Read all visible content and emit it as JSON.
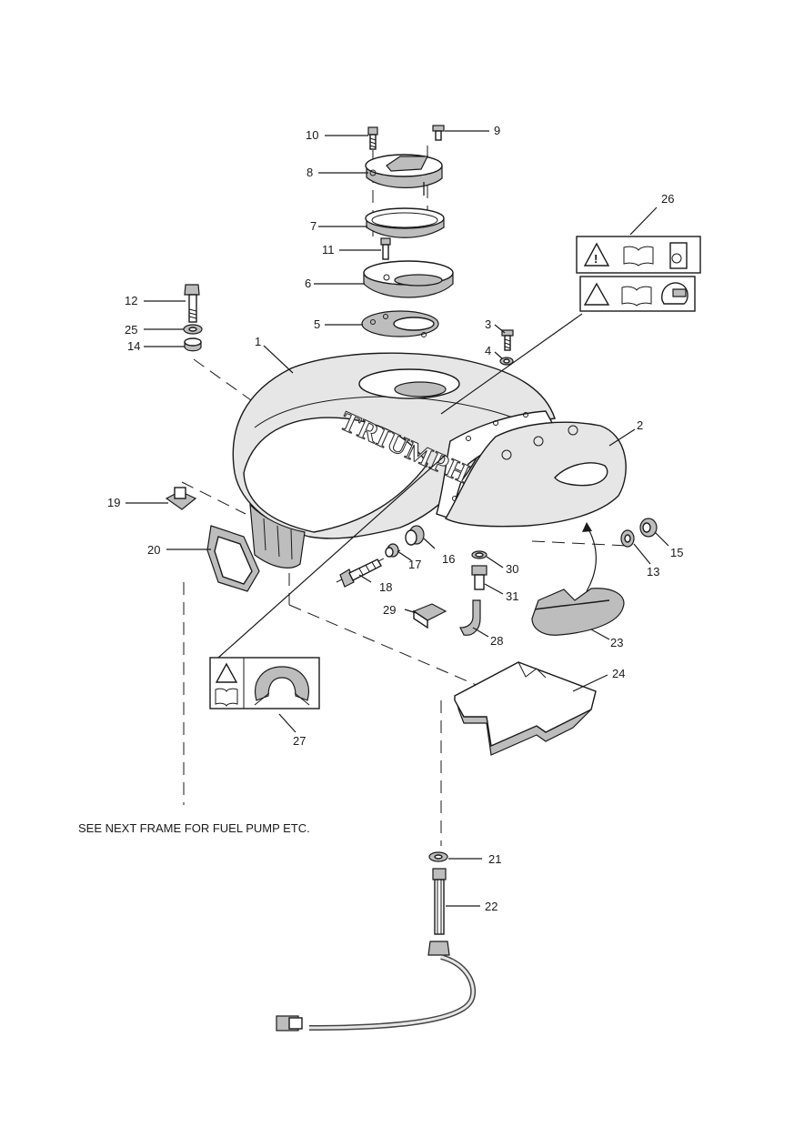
{
  "tank_logo": "TRIUMPH",
  "footnote": "SEE NEXT FRAME FOR FUEL PUMP ETC.",
  "callouts": {
    "c1": "1",
    "c2": "2",
    "c3": "3",
    "c4": "4",
    "c5": "5",
    "c6": "6",
    "c7": "7",
    "c8": "8",
    "c9": "9",
    "c10": "10",
    "c11": "11",
    "c12": "12",
    "c13": "13",
    "c14": "14",
    "c15": "15",
    "c16": "16",
    "c17": "17",
    "c18": "18",
    "c19": "19",
    "c20": "20",
    "c21": "21",
    "c22": "22",
    "c23": "23",
    "c24": "24",
    "c25": "25",
    "c26": "26",
    "c27": "27",
    "c28": "28",
    "c29": "29",
    "c30": "30",
    "c31": "31"
  }
}
